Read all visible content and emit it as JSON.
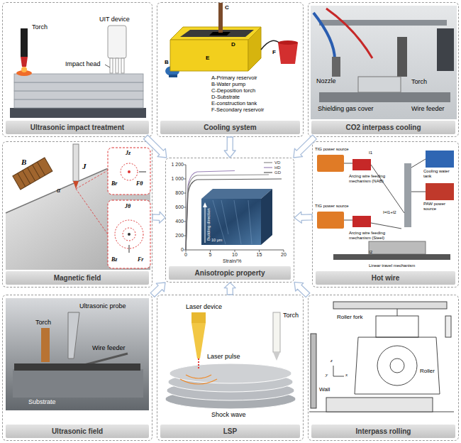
{
  "diagram": {
    "nodes": [
      {
        "text": [
          "Ultrasonic impact treatment"
        ]
      },
      {
        "text": [
          "Cooling system"
        ]
      },
      {
        "text": [
          "CO2 interpass cooling"
        ]
      },
      {
        "text": [
          "Magnetic field"
        ]
      },
      {
        "text": [
          "Anisotropic property"
        ]
      },
      {
        "text": [
          "Hot wire"
        ]
      },
      {
        "text": [
          "Ultrasonic field"
        ]
      },
      {
        "text": [
          "LSP"
        ]
      },
      {
        "text": [
          "Interpass rolling"
        ]
      }
    ],
    "edges": [
      {
        "from": 0,
        "to": 4,
        "arrow": "to"
      },
      {
        "from": 1,
        "to": 4,
        "arrow": "to"
      },
      {
        "from": 2,
        "to": 4,
        "arrow": "to"
      },
      {
        "from": 3,
        "to": 4,
        "arrow": "to"
      },
      {
        "from": 5,
        "to": 4,
        "arrow": "to"
      },
      {
        "from": 6,
        "to": 4,
        "arrow": "to"
      },
      {
        "from": 7,
        "to": 4,
        "arrow": "to"
      },
      {
        "from": 8,
        "to": 4,
        "arrow": "to"
      }
    ],
    "labels": [
      "Torch",
      "UIT device",
      "Impact head",
      "C",
      "D",
      "E",
      "B",
      "F",
      "A-Primary reservoir",
      "B-Water pump",
      "C-Deposition torch",
      "D-Substrate",
      "E-construction tank",
      "F-Secondary reservoir",
      "Nozzle",
      "Torch",
      "Shielding gas cover",
      "Wire feeder",
      "B",
      "J",
      "α",
      "Jz",
      "Br",
      "Fθ",
      "Jθ",
      "Bz",
      "Fr",
      "TIG power source",
      "Arcing wire feeding mechanism (NAB)",
      "TIG power source",
      "Arcing wire feeding mechanism (Steel)",
      "Cooling water tank",
      "PAW power source",
      "Linear travel mechanism",
      "I1",
      "I2",
      "I=I1+I2",
      "Ultrasonic probe",
      "Torch",
      "Wire feeder",
      "Substrate",
      "Laser device",
      "Torch",
      "Laser pulse",
      "Shock wave",
      "Roller fork",
      "Roller",
      "Wall",
      "z",
      "y",
      "x",
      "0",
      "200",
      "400",
      "600",
      "800",
      "1 000",
      "1 200",
      "0",
      "5",
      "10",
      "15",
      "20",
      "Strain/%",
      "Building direction",
      "10 μm"
    ],
    "legend": [
      {
        "text": "VD"
      },
      {
        "text": "HD"
      },
      {
        "text": "GD"
      }
    ]
  }
}
